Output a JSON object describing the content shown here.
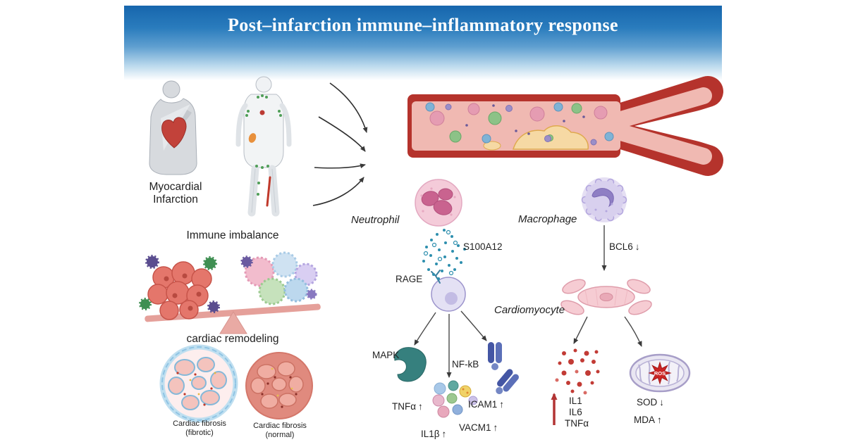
{
  "title": "Post–infarction immune–inflammatory response",
  "left_panel": {
    "myocardial_infarction": "Myocardial Infarction",
    "immune_imbalance": "Immune imbalance",
    "cardiac_remodeling": "cardiac remodeling",
    "fibrosis_fibrotic": "Cardiac fibrosis (fibrotic)",
    "fibrosis_normal": "Cardiac fibrosis (normal)"
  },
  "neutrophil_pathway": {
    "cell_label": "Neutrophil",
    "mediator_label": "S100A12",
    "receptor_label": "RAGE",
    "mapk_label": "MAPK",
    "nfkb_label": "NF-kB",
    "tnfa_label": "TNFα",
    "icam1_label": "ICAM1",
    "il1b_label": "IL1β",
    "vacm1_label": "VACM1"
  },
  "macrophage_pathway": {
    "cell_label": "Macrophage",
    "bcl6_label": "BCL6",
    "cardiomyocyte_label": "Cardiomyocyte",
    "il1_label": "IL1",
    "il6_label": "IL6",
    "tnfa_label": "TNFα",
    "ros_label": "ROS",
    "sod_label": "SOD",
    "mda_label": "MDA"
  },
  "glyphs": {
    "up_arrow": "↑",
    "down_arrow": "↓"
  },
  "colors": {
    "banner_blue": "#1e72b5",
    "vessel_red": "#b5332c",
    "highlight_red": "#c0392b",
    "secretion_teal": "#2e8fae",
    "nfkb_blue": "#4456a4"
  }
}
